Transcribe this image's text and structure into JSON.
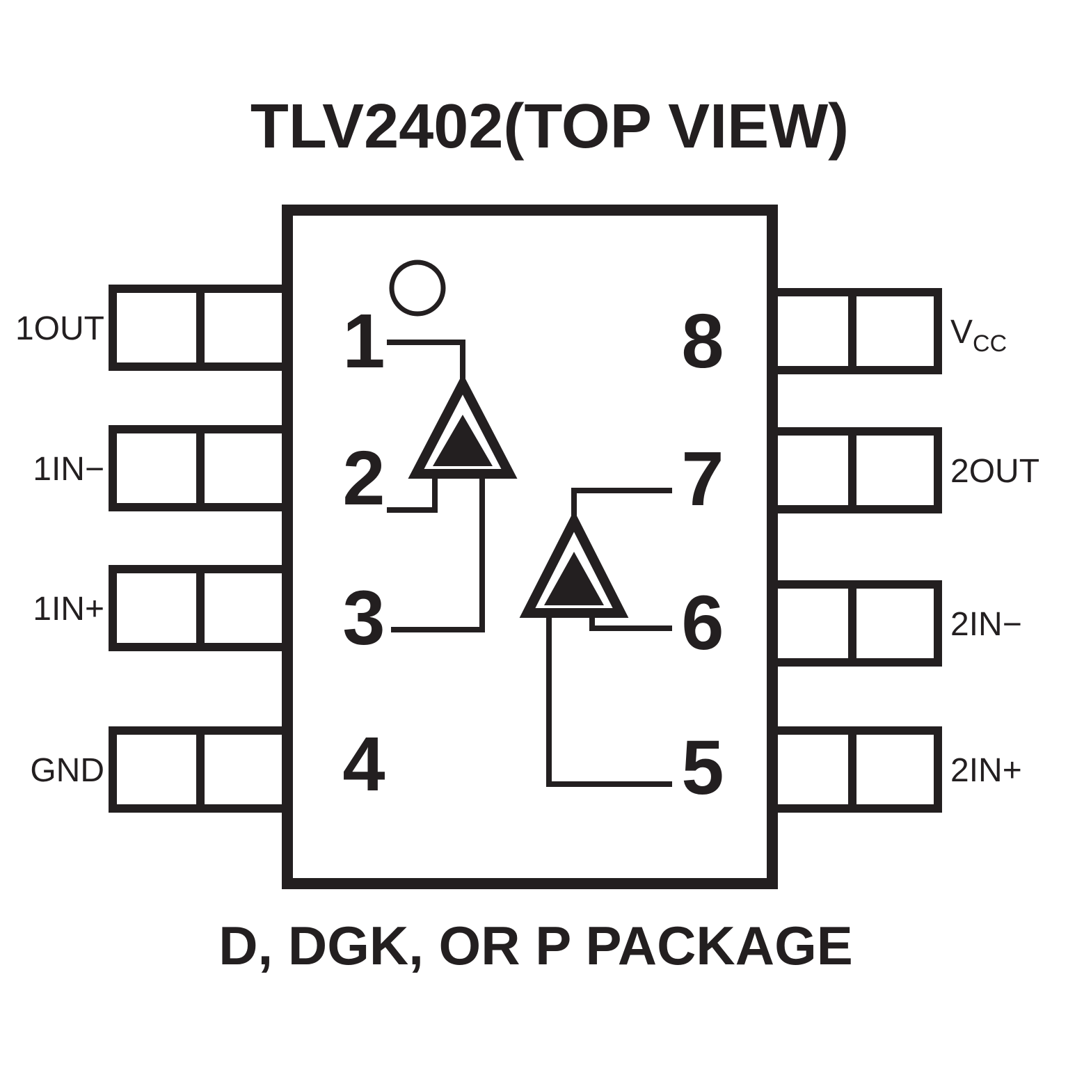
{
  "theme": {
    "ink": "#231f20",
    "background": "#ffffff"
  },
  "title": "TLV2402(TOP VIEW)",
  "package_label": "D, DGK, OR P PACKAGE",
  "icons": {
    "opamp_symbol": "triangle-up",
    "index_marker": "circle"
  },
  "ic": {
    "pins_left": [
      {
        "number": "1",
        "label": "1OUT"
      },
      {
        "number": "2",
        "label": "1IN−"
      },
      {
        "number": "3",
        "label": "1IN+"
      },
      {
        "number": "4",
        "label": "GND"
      }
    ],
    "pins_right": [
      {
        "number": "8",
        "label_main": "V",
        "label_sub": "CC"
      },
      {
        "number": "7",
        "label": "2OUT"
      },
      {
        "number": "6",
        "label": "2IN−"
      },
      {
        "number": "5",
        "label": "2IN+"
      }
    ]
  }
}
